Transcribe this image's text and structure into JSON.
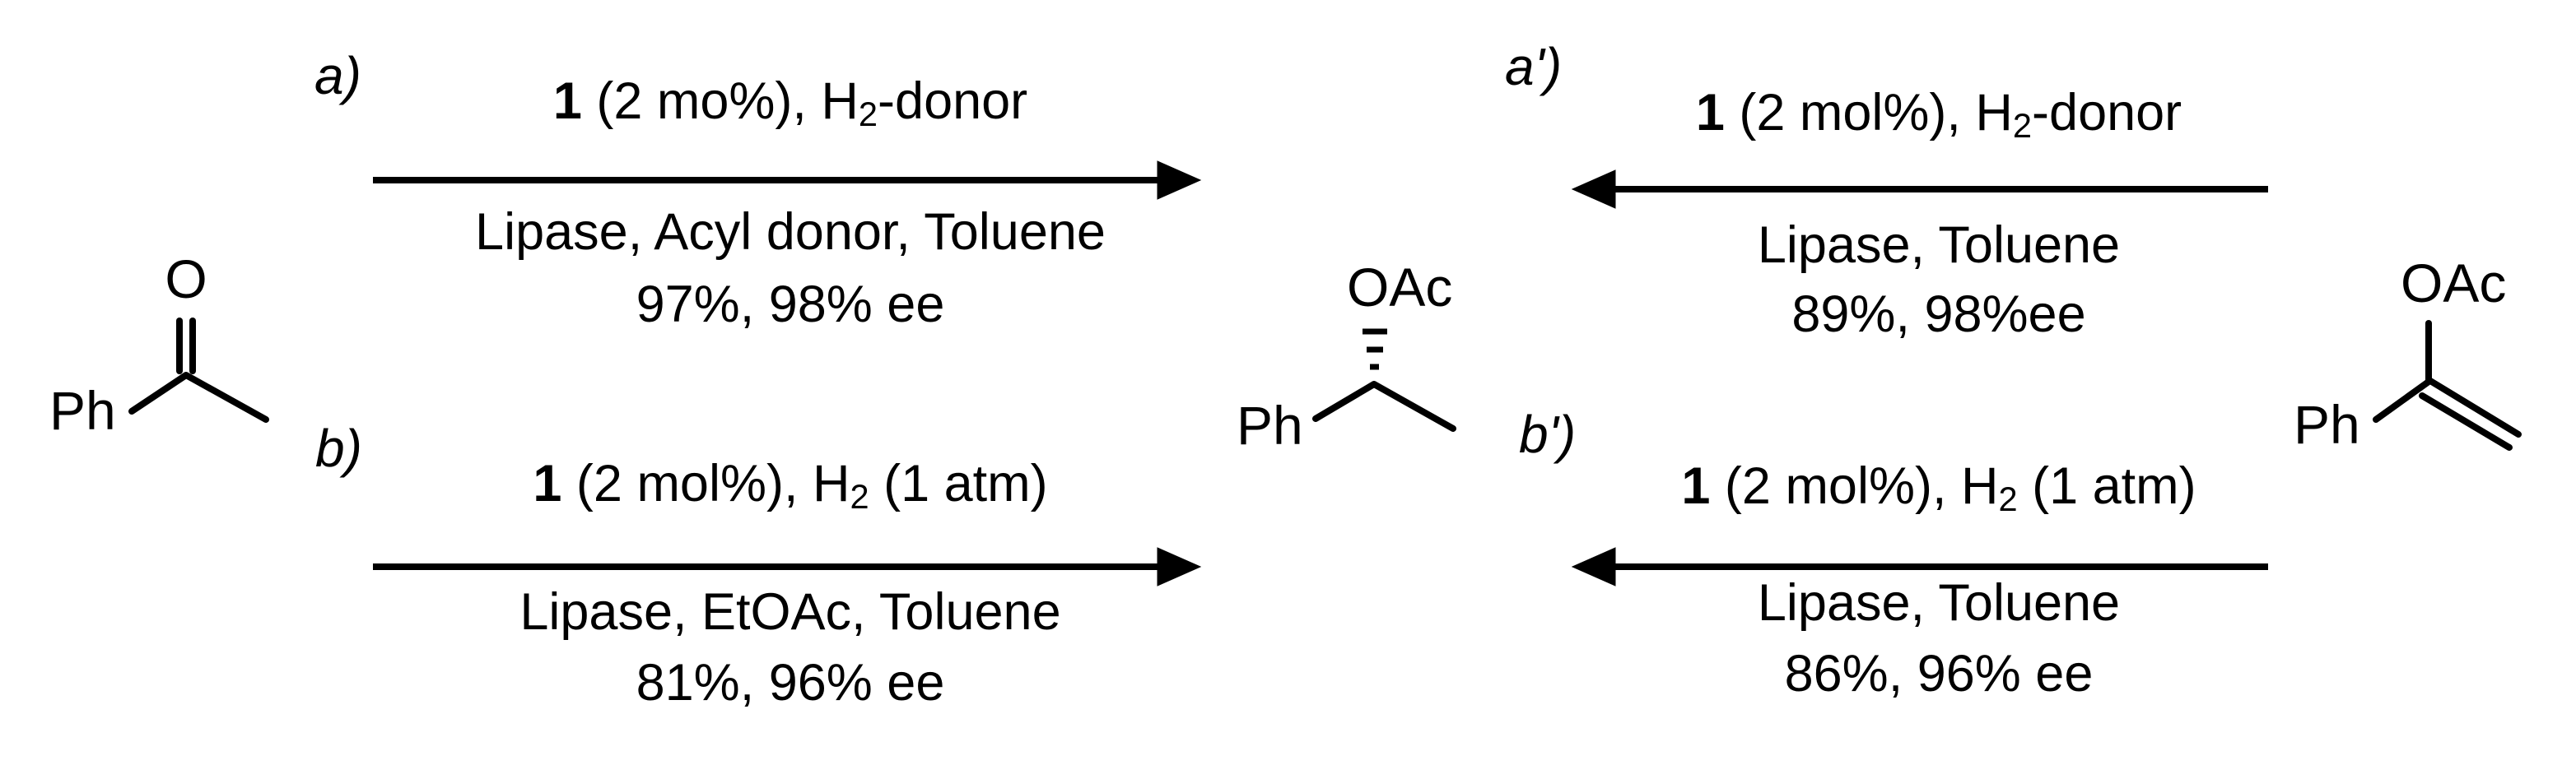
{
  "colors": {
    "ink": "#000000",
    "background": "#ffffff"
  },
  "molecules": {
    "ketone": {
      "o_label": "O",
      "ph_label": "Ph"
    },
    "product": {
      "oac_label": "OAc",
      "ph_label": "Ph"
    },
    "enol_acetate": {
      "oac_label": "OAc",
      "ph_label": "Ph"
    }
  },
  "reactions": {
    "a": {
      "label": "a)",
      "direction": "right",
      "cat_bold": "1",
      "cat_pre": " (2 mo%), H",
      "cat_sub": "2",
      "cat_post": "-donor",
      "cond_line": "Lipase, Acyl donor, Toluene",
      "yield_line": "97%, 98% ee"
    },
    "b": {
      "label": "b)",
      "direction": "right",
      "cat_bold": "1",
      "cat_pre": " (2 mol%), H",
      "cat_sub": "2",
      "cat_post": " (1 atm)",
      "cond_line": "Lipase, EtOAc, Toluene",
      "yield_line": "81%, 96% ee"
    },
    "a_prime": {
      "label": "a')",
      "direction": "left",
      "cat_bold": "1",
      "cat_pre": " (2 mol%), H",
      "cat_sub": "2",
      "cat_post": "-donor",
      "cond_line": "Lipase, Toluene",
      "yield_line": "89%, 98%ee"
    },
    "b_prime": {
      "label": "b')",
      "direction": "left",
      "cat_bold": "1",
      "cat_pre": " (2 mol%), H",
      "cat_sub": "2",
      "cat_post": " (1 atm)",
      "cond_line": "Lipase, Toluene",
      "yield_line": "86%, 96% ee"
    }
  }
}
